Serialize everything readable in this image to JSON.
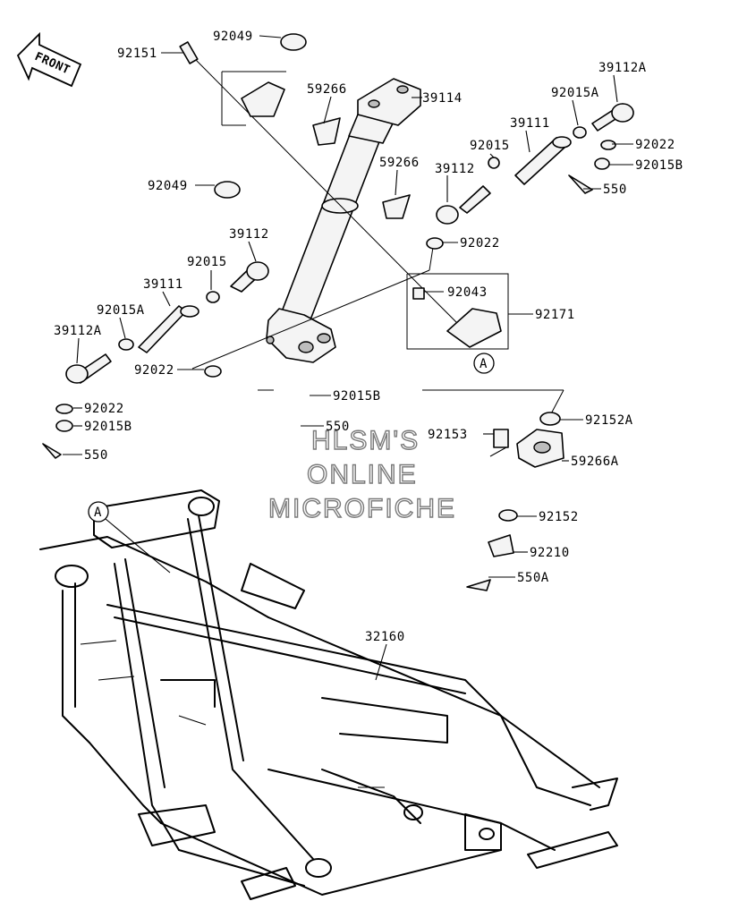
{
  "front_label": "FRONT",
  "callouts": {
    "ref_a_top": "A",
    "ref_a_frame": "A"
  },
  "labels": {
    "p92151": "92151",
    "p92049_top": "92049",
    "p92049_low": "92049",
    "p59266_a": "59266",
    "p59266_b": "59266",
    "p39114": "39114",
    "p39112a_r": "39112A",
    "p92015a_r": "92015A",
    "p39111_r": "39111",
    "p92015_r": "92015",
    "p92022_r1": "92022",
    "p92015b_r": "92015B",
    "p39112_r": "39112",
    "p550_r": "550",
    "p92022_r2": "92022",
    "p92043": "92043",
    "p92171": "92171",
    "p39112_l": "39112",
    "p92015_l": "92015",
    "p39111_l": "39111",
    "p92015a_l": "92015A",
    "p39112a_l": "39112A",
    "p92022_l1": "92022",
    "p92022_l2": "92022",
    "p92015b_l": "92015B",
    "p550_l": "550",
    "p92015b_c": "92015B",
    "p550_c": "550",
    "p92153": "92153",
    "p92152a": "92152A",
    "p59266a": "59266A",
    "p92152": "92152",
    "p92210": "92210",
    "p550a": "550A",
    "p32160": "32160"
  },
  "watermark": {
    "line1": "HLSM'S",
    "line2": "ONLINE",
    "line3": "MICROFICHE"
  }
}
